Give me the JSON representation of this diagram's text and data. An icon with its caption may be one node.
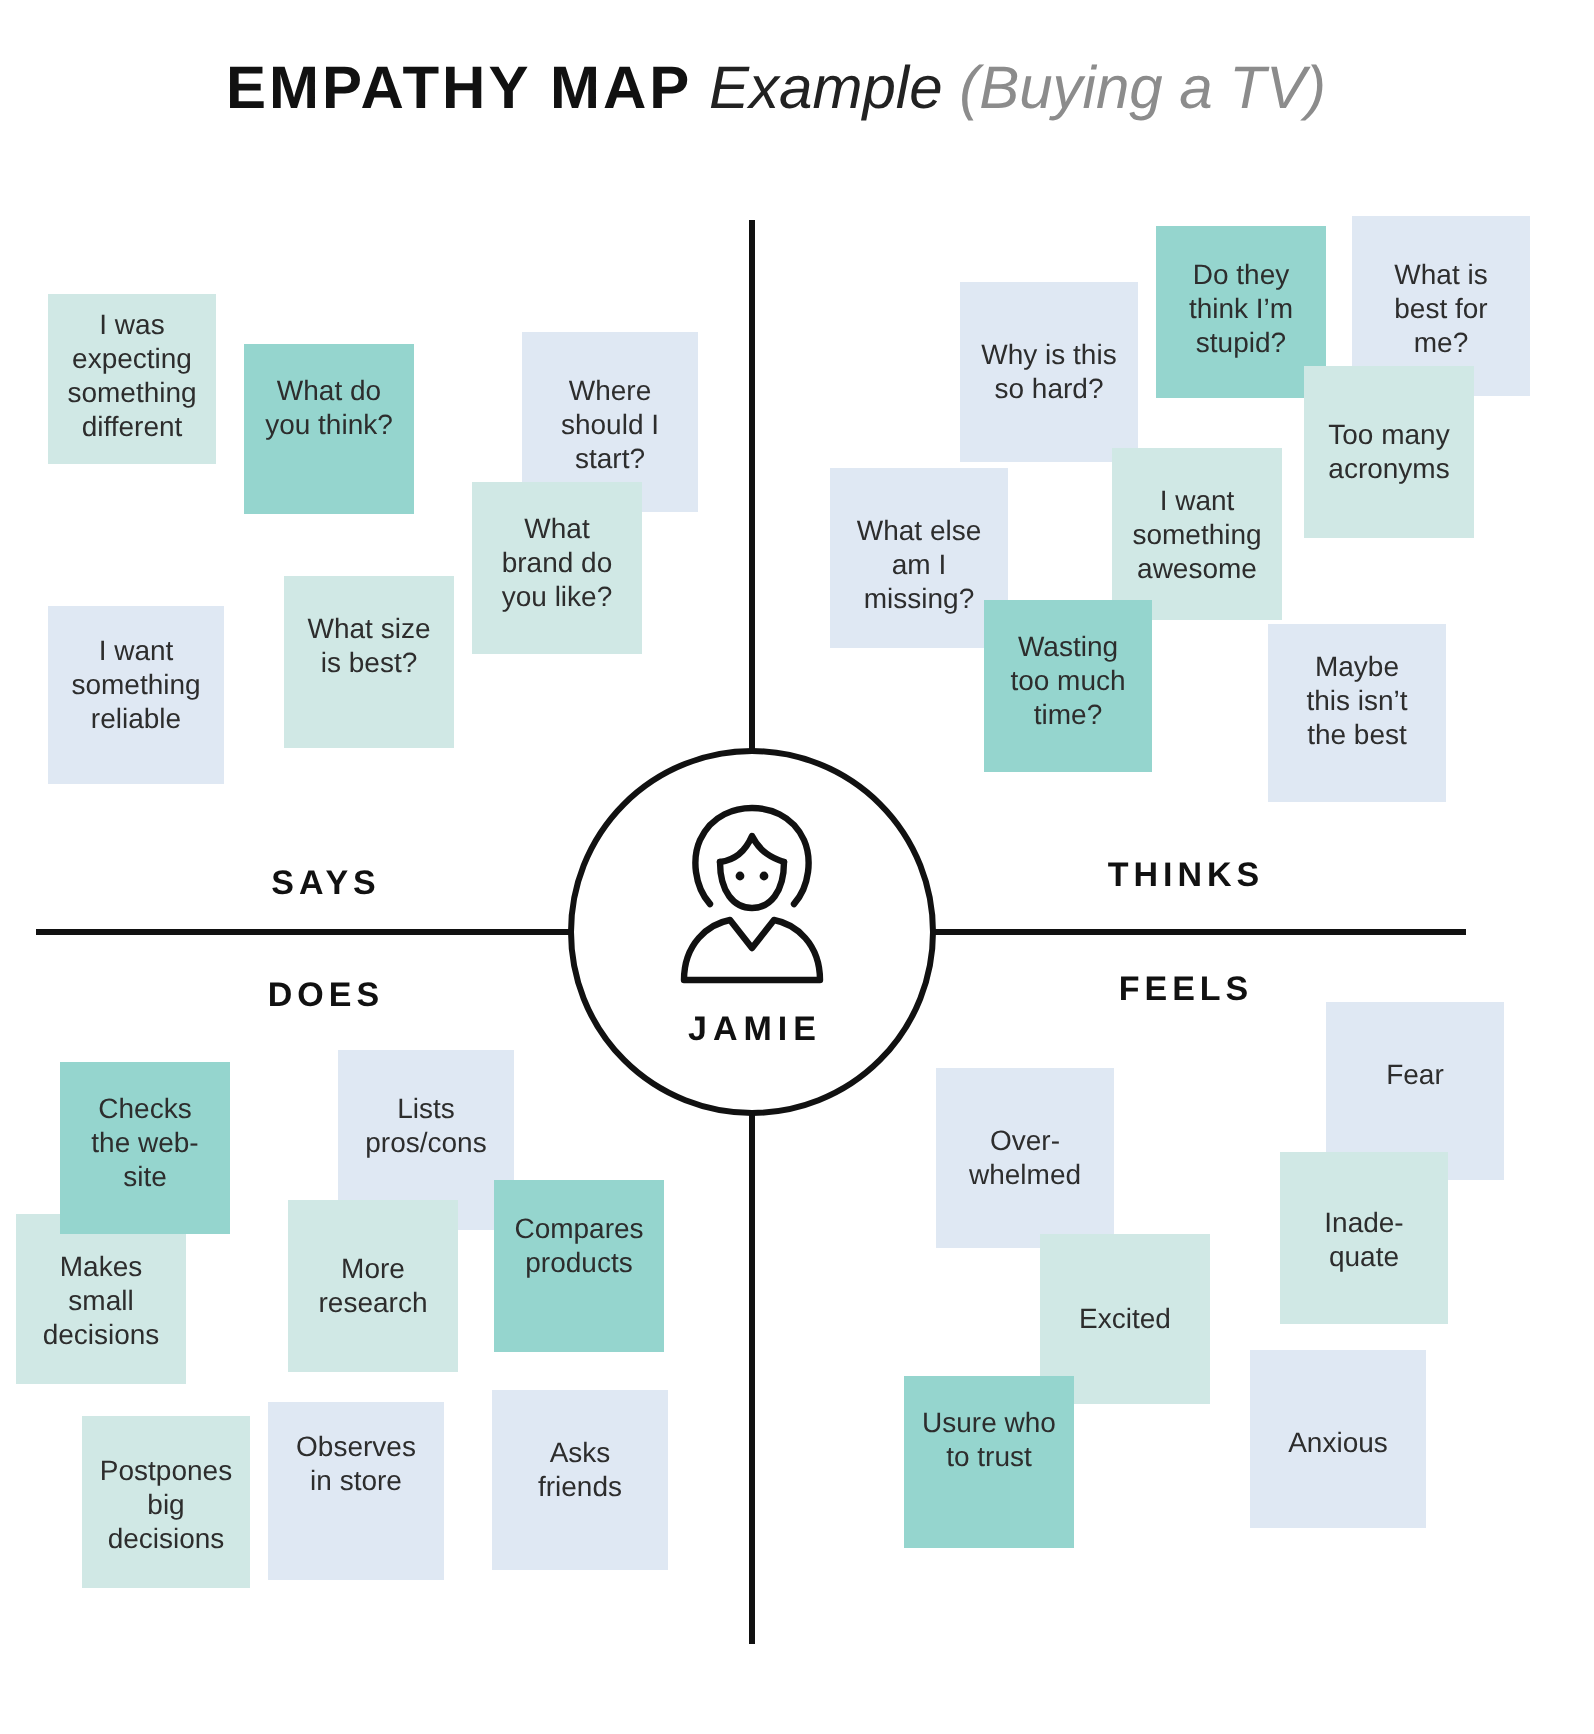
{
  "diagram": {
    "title": "**EMPATHY MAP** *Example* *(Buying a TV)*",
    "nodes": [
      {
        "text": [
          "I was expecting something different"
        ]
      },
      {
        "text": [
          "What do you think?"
        ]
      },
      {
        "text": [
          "Where should I start?"
        ]
      },
      {
        "text": [
          "What brand do you like?"
        ]
      },
      {
        "text": [
          "What size is best?"
        ]
      },
      {
        "text": [
          "I want something reliable"
        ]
      },
      {
        "text": [
          "Do they think I’m stupid?"
        ]
      },
      {
        "text": [
          "What is best for me?"
        ]
      },
      {
        "text": [
          "Why is this so hard?"
        ]
      },
      {
        "text": [
          "Too many acronyms"
        ]
      },
      {
        "text": [
          "I want something awesome"
        ]
      },
      {
        "text": [
          "What else am I missing?"
        ]
      },
      {
        "text": [
          "Wasting too much time?"
        ]
      },
      {
        "text": [
          "Maybe this isn’t the best"
        ]
      },
      {
        "text": [
          "JAMIE"
        ]
      },
      {
        "text": [
          "Checks the web-site"
        ]
      },
      {
        "text": [
          "Lists pros/cons"
        ]
      },
      {
        "text": [
          "Makes small decisions"
        ]
      },
      {
        "text": [
          "More research"
        ]
      },
      {
        "text": [
          "Compares products"
        ]
      },
      {
        "text": [
          "Postpones big decisions"
        ]
      },
      {
        "text": [
          "Observes in store"
        ]
      },
      {
        "text": [
          "Asks friends"
        ]
      },
      {
        "text": [
          "Fear"
        ]
      },
      {
        "text": [
          "Over-whelmed"
        ]
      },
      {
        "text": [
          "Inade-quate"
        ]
      },
      {
        "text": [
          "Excited"
        ]
      },
      {
        "text": [
          "Usure who to trust"
        ]
      },
      {
        "text": [
          "Anxious"
        ]
      }
    ],
    "labels": [
      "SAYS",
      "THINKS",
      "DOES",
      "FEELS"
    ]
  }
}
